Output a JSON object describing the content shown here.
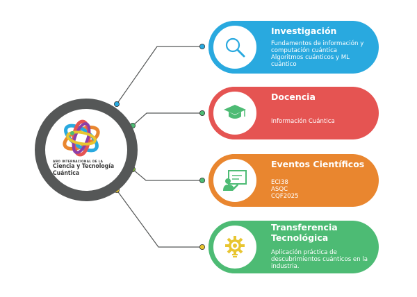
{
  "hub": {
    "small_text": "AÑO INTERNACIONAL DE LA",
    "line1": "Ciencia y Tecnología",
    "line2": "Cuántica"
  },
  "cards": [
    {
      "id": "investigacion",
      "title": "Investigación",
      "items": [
        "Fundamentos de información y computación cuántica",
        "Algoritmos cuánticos y ML cuántico"
      ],
      "color": "#29A9DF",
      "icon": "magnifier-icon"
    },
    {
      "id": "docencia",
      "title": "Docencia",
      "items": [
        "Información Cuántica"
      ],
      "color": "#E55452",
      "icon": "graduation-cap-icon"
    },
    {
      "id": "eventos",
      "title": "Eventos Científicos",
      "items": [
        "ECI38",
        "ASQC",
        "CQF2025"
      ],
      "color": "#E9862F",
      "icon": "presentation-icon"
    },
    {
      "id": "transferencia",
      "title_lines": [
        "Transferencia",
        "Tecnológica"
      ],
      "items": [
        "Aplicación práctica de descubrimientos cuánticos en la industria."
      ],
      "color": "#4DBB74",
      "icon": "gear-lightbulb-icon"
    }
  ],
  "connector_color": "#555757"
}
